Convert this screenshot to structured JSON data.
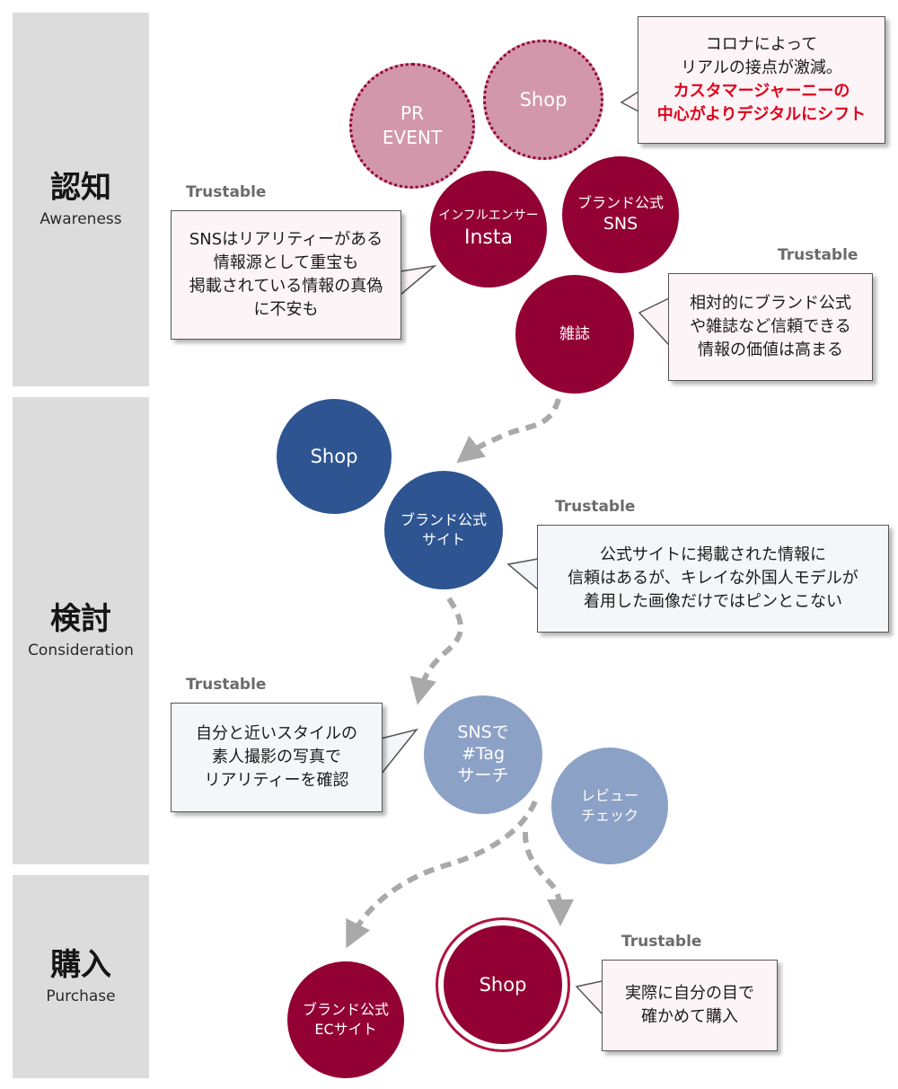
{
  "stages": [
    {
      "title": "認知",
      "subtitle": "Awareness"
    },
    {
      "title": "検討",
      "subtitle": "Consideration"
    },
    {
      "title": "購入",
      "subtitle": "Purchase"
    }
  ],
  "circles": {
    "pr_event": {
      "line1": "PR",
      "line2": "EVENT"
    },
    "shop_awareness": {
      "label": "Shop"
    },
    "influencer": {
      "line1": "インフルエンサー",
      "line2": "Insta"
    },
    "brand_sns": {
      "line1": "ブランド公式",
      "line2": "SNS"
    },
    "magazine": {
      "label": "雑誌"
    },
    "shop_consideration": {
      "label": "Shop"
    },
    "brand_site": {
      "line1": "ブランド公式",
      "line2": "サイト"
    },
    "sns_tag": {
      "line1": "SNSで",
      "line2": "#Tag",
      "line3": "サーチ"
    },
    "review": {
      "line1": "レビュー",
      "line2": "チェック"
    },
    "brand_ec": {
      "line1": "ブランド公式",
      "line2": "ECサイト"
    },
    "shop_purchase": {
      "label": "Shop"
    }
  },
  "trustable": "Trustable",
  "notes": {
    "corona": {
      "line1": "コロナによって",
      "line2": "リアルの接点が激減。",
      "line3": "カスタマージャーニーの",
      "line4": "中心がよりデジタルにシフト"
    },
    "sns": {
      "line1": "SNSはリアリティーがある",
      "line2": "情報源として重宝も",
      "line3": "掲載されている情報の真偽",
      "line4": "に不安も"
    },
    "relative": {
      "line1": "相対的にブランド公式",
      "line2": "や雑誌など信頼できる",
      "line3": "情報の価値は高まる"
    },
    "official_site": {
      "line1": "公式サイトに掲載された情報に",
      "line2": "信頼はあるが、キレイな外国人モデルが",
      "line3": "着用した画像だけではピンとこない"
    },
    "style": {
      "line1": "自分と近いスタイルの",
      "line2": "素人撮影の写真で",
      "line3": "リアリティーを確認"
    },
    "actual": {
      "line1": "実際に自分の目で",
      "line2": "確かめて購入"
    }
  },
  "colors": {
    "maroon": "#930033",
    "pink": "#d297aa",
    "navy": "#2e5592",
    "light_blue": "#8ca1c6",
    "stage_gray": "#dcdcdc",
    "highlight_red": "#e0001b",
    "arrow_gray": "#a9a9a9"
  }
}
